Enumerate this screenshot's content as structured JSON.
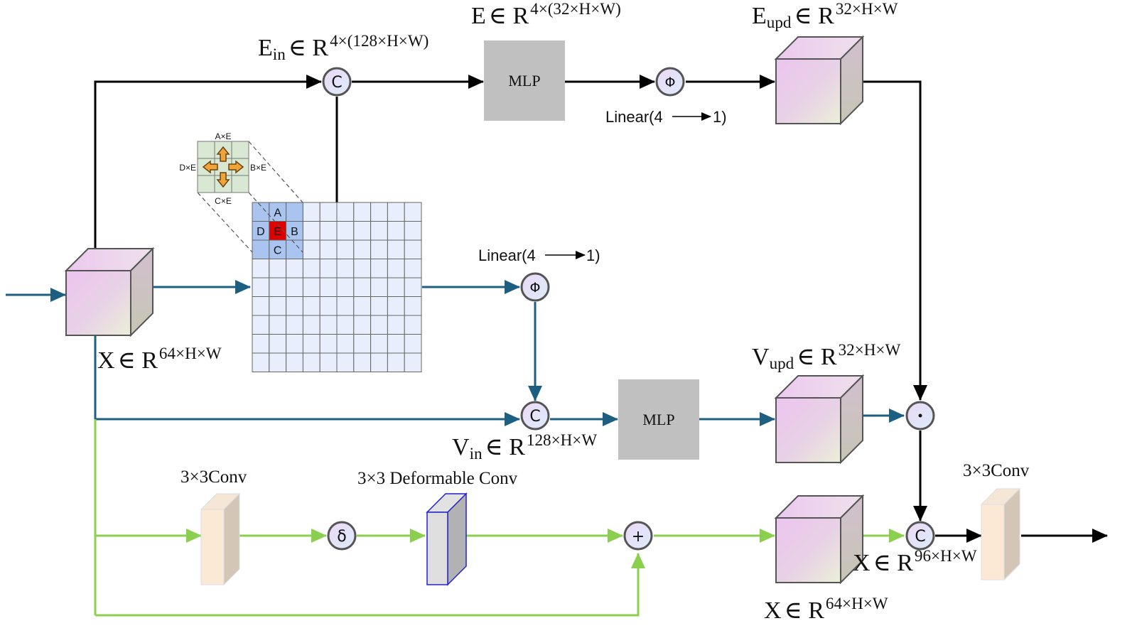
{
  "labels": {
    "x_in": {
      "main": "X",
      "sub": "",
      "sup": "64×H×W"
    },
    "e_in": {
      "main": "E",
      "sub": "in",
      "sup": "4×(128×H×W)"
    },
    "e": {
      "main": "E",
      "sub": "",
      "sup": "4×(32×H×W)"
    },
    "e_upd": {
      "main": "E",
      "sub": "upd",
      "sup": "32×H×W"
    },
    "v_in": {
      "main": "V",
      "sub": "in",
      "sup": "128×H×W"
    },
    "v_upd": {
      "main": "V",
      "sub": "upd",
      "sup": "32×H×W"
    },
    "x_cat": {
      "main": "X",
      "sub": "",
      "sup": "96×H×W"
    },
    "x_mid": {
      "main": "X",
      "sub": "",
      "sup": "64×H×W"
    },
    "in_symbol": "∈ R"
  },
  "blocks": {
    "mlp_top": "MLP",
    "mlp_mid": "MLP",
    "conv_left": "3×3Conv",
    "deform_conv": "3×3 Deformable Conv",
    "conv_right": "3×3Conv",
    "linear_top": {
      "prefix": "Linear(4",
      "suffix": "1)"
    },
    "linear_mid": {
      "prefix": "Linear(4",
      "suffix": "1)"
    }
  },
  "operators": {
    "concat": "C",
    "phi": "Φ",
    "dot": "·",
    "delta": "δ",
    "plus": "+"
  },
  "neighborhood": {
    "cells": [
      "A",
      "B",
      "C",
      "D",
      "E"
    ],
    "directions": [
      "A×E",
      "B×E",
      "C×E",
      "D×E"
    ]
  },
  "colors": {
    "black_path": "#000000",
    "blue_path": "#1d5f80",
    "green_path": "#8bcf4f",
    "mlp_fill": "#c0c0c0",
    "op_fill": "#e3e3fb",
    "center_cell": "#e10000",
    "neighbor_cell": "#a8c4ef",
    "grid_cell": "#e8eefb",
    "conv_fill": "#fbe9d6",
    "deform_fill": "#dedede",
    "deform_edge": "#2323c8"
  }
}
